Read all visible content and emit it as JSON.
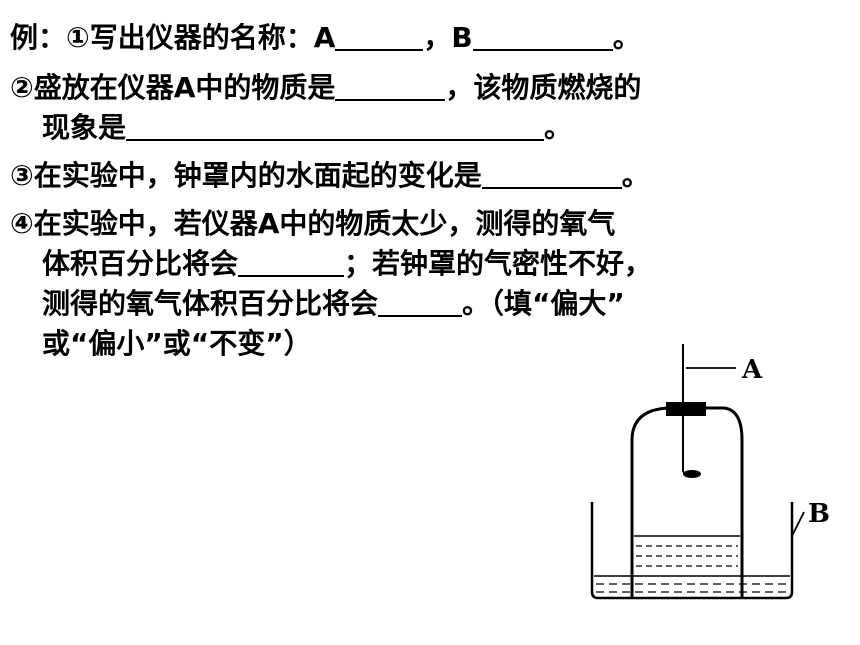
{
  "lines": [
    {
      "prefix": "例：①写出仪器的名称：",
      "a_label": "A",
      "sep": "，",
      "b_label": "B",
      "end": "。"
    },
    {
      "text1": "②盛放在仪器",
      "a_label": "A",
      "text2": "中的物质是",
      "text3": "，该物质燃烧的"
    },
    {
      "text1": "现象是",
      "end": "。"
    },
    {
      "text1": "③在实验中，钟罩内的水面起的变化是",
      "end": "。"
    },
    {
      "text1": "④在实验中，若仪器",
      "a_label": "A",
      "text2": "中的物质太少，测得的氧气"
    },
    {
      "text1": "体积百分比将会",
      "text2": "；若钟罩的气密性不好，"
    },
    {
      "text1": "测得的氧气体积百分比将会",
      "text2": "。（填“偏大”"
    },
    {
      "text1": "或“偏小”或“不变”）"
    }
  ],
  "figure": {
    "label_a": "A",
    "label_b": "B"
  }
}
